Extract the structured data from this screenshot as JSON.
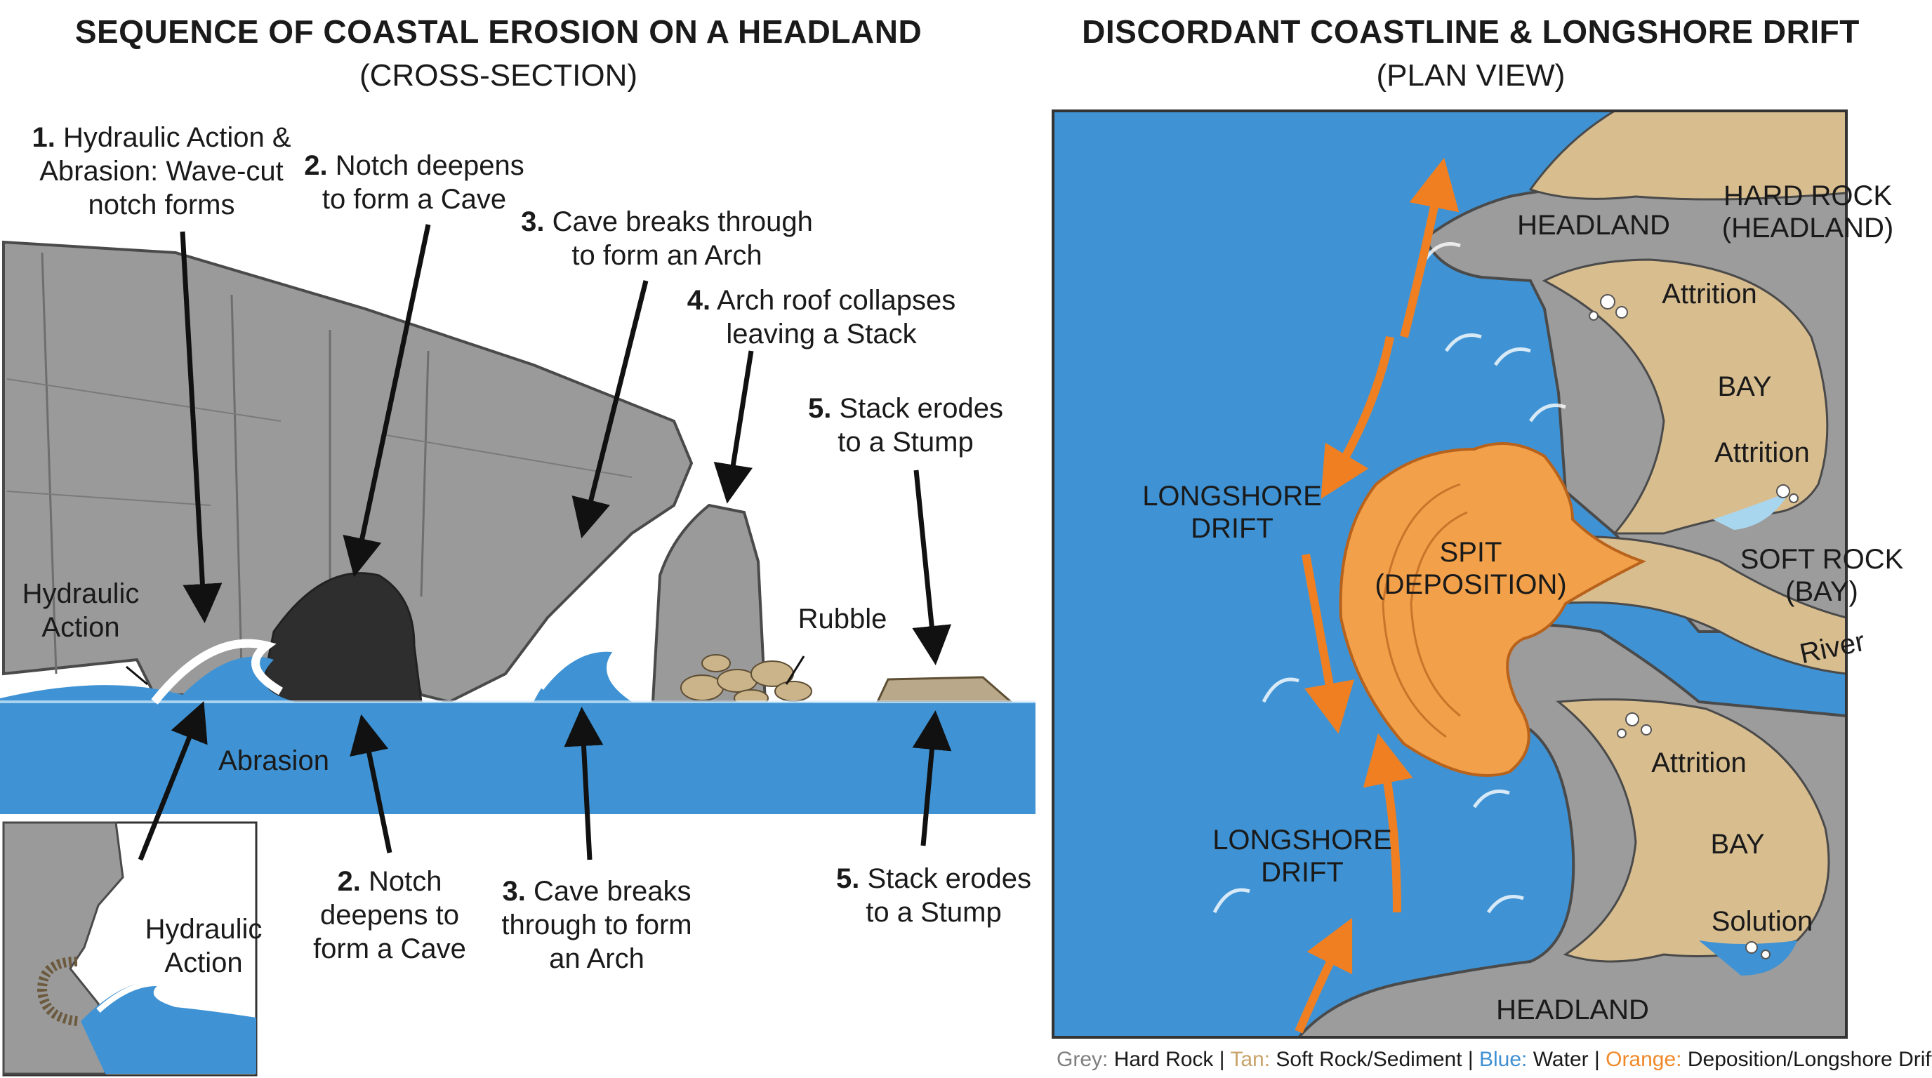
{
  "left_panel": {
    "title": "SEQUENCE OF COASTAL EROSION ON A HEADLAND",
    "subtitle": "(CROSS-SECTION)",
    "top_labels": [
      {
        "num": "1.",
        "text": "Hydraulic Action & Abrasion: Wave-cut notch forms"
      },
      {
        "num": "2.",
        "text": "Notch deepens to form a Cave"
      },
      {
        "num": "3.",
        "text": "Cave breaks through to form an Arch"
      },
      {
        "num": "4.",
        "text": "Arch roof collapses leaving a Stack"
      },
      {
        "num": "5.",
        "text": "Stack erodes to a Stump"
      }
    ],
    "side_labels": {
      "hydraulic_action": "Hydraulic Action",
      "abrasion": "Abrasion",
      "rubble": "Rubble"
    },
    "bottom_labels": [
      {
        "num": "2.",
        "text": "Notch deepens to form a Cave"
      },
      {
        "num": "3.",
        "text": "Cave breaks through to form an Arch"
      },
      {
        "num": "5.",
        "text": "Stack erodes to a Stump"
      }
    ],
    "inset_label": "Hydraulic Action"
  },
  "right_panel": {
    "title": "DISCORDANT COASTLINE & LONGSHORE DRIFT",
    "subtitle": "(PLAN VIEW)",
    "labels": {
      "headland_top": "HEADLAND",
      "hard_rock": "HARD ROCK (HEADLAND)",
      "attrition_1": "Attrition",
      "bay_1": "BAY",
      "attrition_2": "Attrition",
      "longshore_1": "LONGSHORE DRIFT",
      "spit": "SPIT (DEPOSITION)",
      "soft_rock": "SOFT ROCK (BAY)",
      "river": "River",
      "attrition_3": "Attrition",
      "bay_2": "BAY",
      "longshore_2": "LONGSHORE DRIFT",
      "solution": "Solution",
      "headland_bottom": "HEADLAND"
    }
  },
  "legend": [
    {
      "key": "Grey:",
      "value": "Hard Rock",
      "color": "#7f7f7f"
    },
    {
      "key": "Tan:",
      "value": "Soft Rock/Sediment",
      "color": "#c8a36a"
    },
    {
      "key": "Blue:",
      "value": "Water",
      "color": "#3f8fd2"
    },
    {
      "key": "Orange:",
      "value": "Deposition/Longshore Drift",
      "color": "#f0892a"
    }
  ],
  "colors": {
    "rock": "#8c8c8c",
    "rock_dark": "#5e5e5e",
    "sand": "#d8bd8f",
    "water": "#3f93d4",
    "spit": "#f2a14a",
    "arrow": "#f07f22"
  }
}
